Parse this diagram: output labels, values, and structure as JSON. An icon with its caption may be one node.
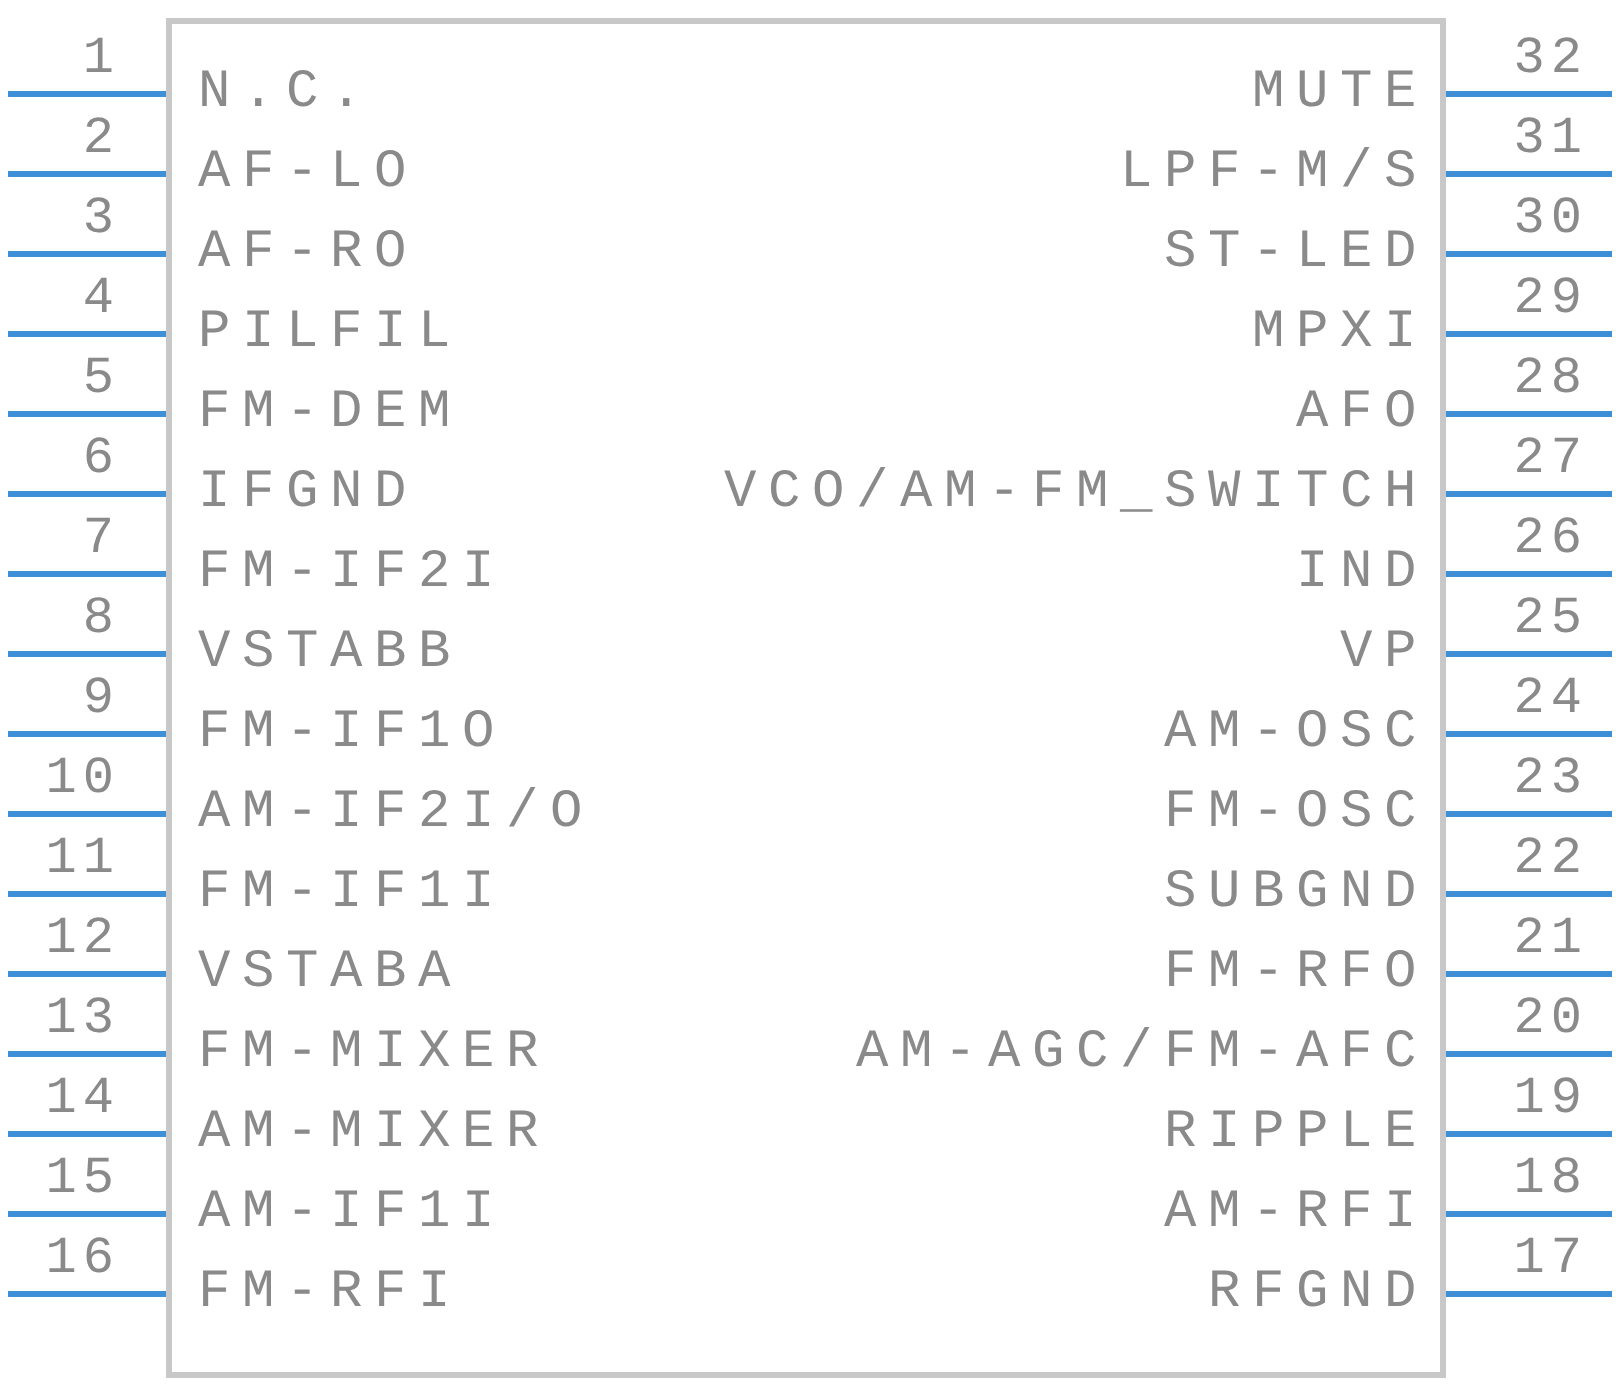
{
  "diagram": {
    "nodes": [
      {
        "text": [
          "N.C.",
          "MUTE",
          "AF-LO",
          "LPF-M/S",
          "AF-RO",
          "ST-LED",
          "PILFIL",
          "MPXI",
          "FM-DEM",
          "AFO",
          "IFGND",
          "VCO/AM-FM_SWITCH",
          "FM-IF2I",
          "IND",
          "VSTABB",
          "VP",
          "FM-IF1O",
          "AM-OSC",
          "AM-IF2I/O",
          "FM-OSC",
          "FM-IF1I",
          "SUBGND",
          "VSTABA",
          "FM-RFO",
          "FM-MIXER",
          "AM-AGC/FM-AFC",
          "AM-MIXER",
          "RIPPLE",
          "AM-IF1I",
          "AM-RFI",
          "FM-RFI",
          "RFGND"
        ]
      }
    ],
    "labels": [
      "1",
      "32",
      "2",
      "31",
      "3",
      "30",
      "4",
      "29",
      "5",
      "28",
      "6",
      "27",
      "7",
      "26",
      "8",
      "25",
      "9",
      "24",
      "10",
      "23",
      "11",
      "22",
      "12",
      "21",
      "13",
      "20",
      "14",
      "19",
      "15",
      "18",
      "16",
      "17"
    ]
  }
}
